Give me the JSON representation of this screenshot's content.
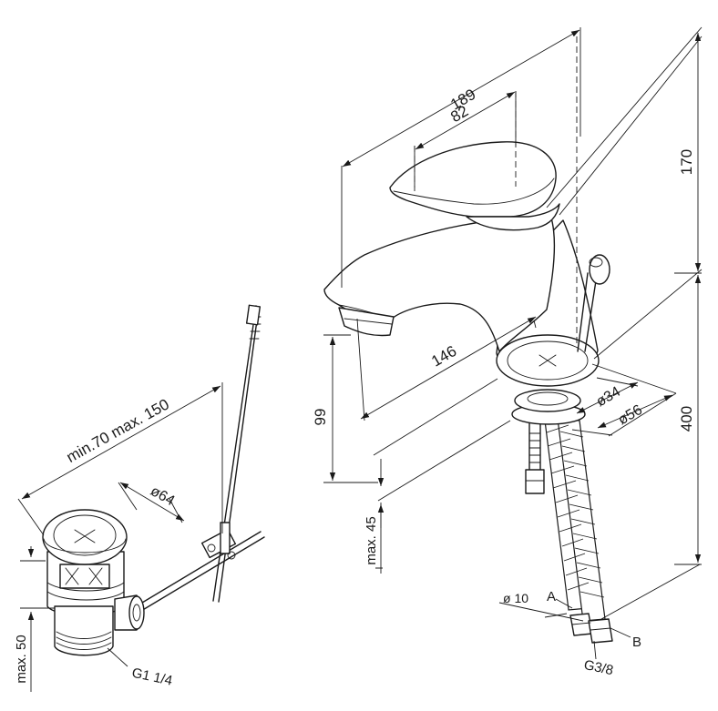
{
  "dimensions": {
    "total_length": "189",
    "lever_length": "82",
    "height_above_deck": "170",
    "spout_reach": "146",
    "spout_height": "99",
    "body_diameter_small": "ø34",
    "body_diameter_large": "ø56",
    "total_height": "400",
    "max_deck_thickness": "max. 45",
    "hose_diameter": "ø 10",
    "waste_length": "min.70 max. 150",
    "waste_diameter": "ø64",
    "waste_max_depth": "max. 50",
    "waste_thread": "G1 1/4",
    "hose_thread": "G3/8"
  },
  "labels": {
    "hose_a": "A",
    "hose_b": "B"
  }
}
